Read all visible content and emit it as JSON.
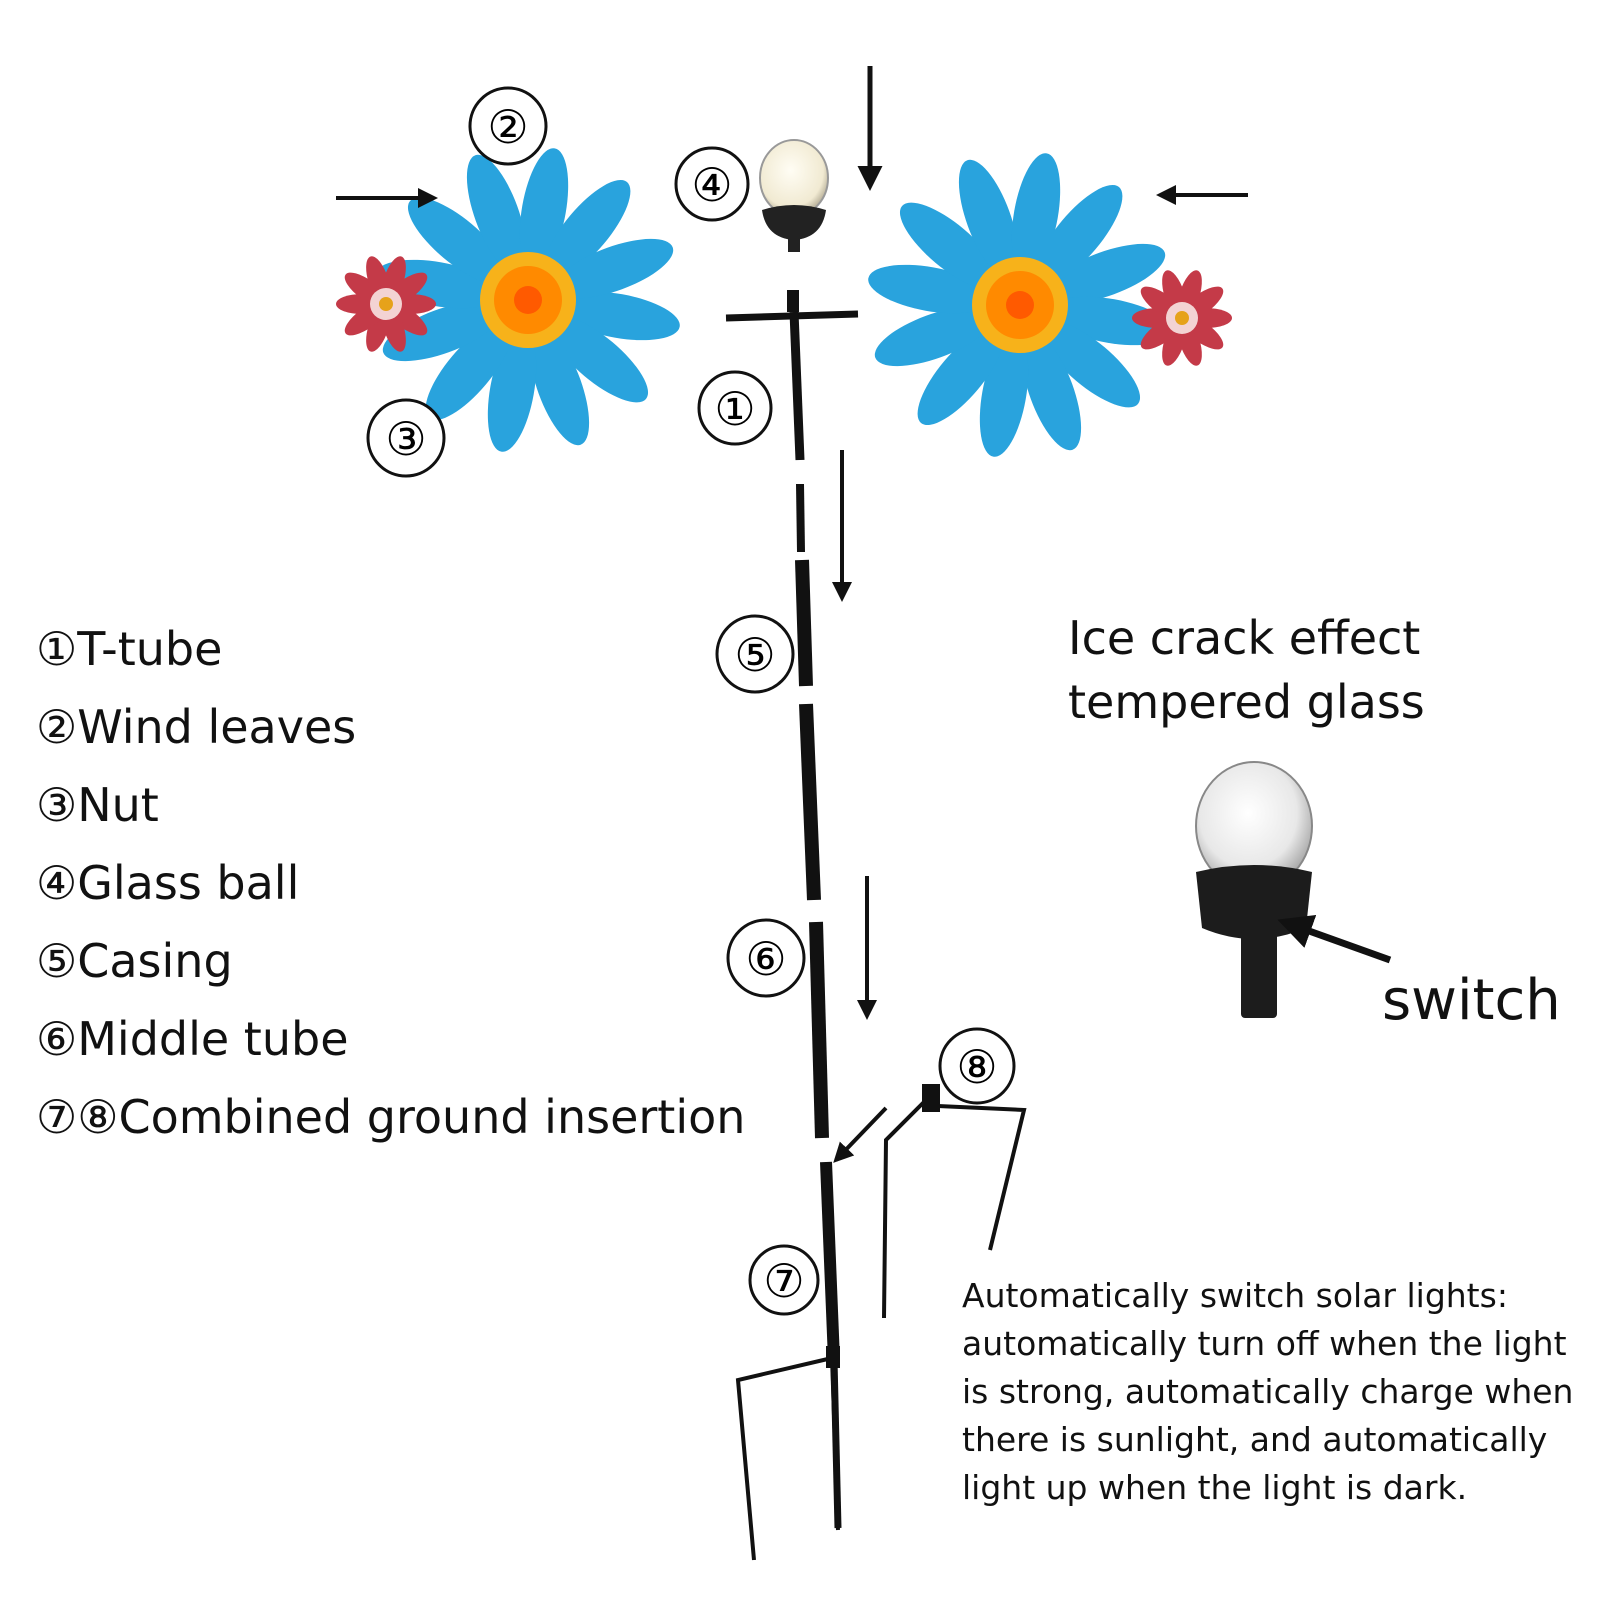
{
  "callouts": [
    "①",
    "②",
    "③",
    "④",
    "⑤",
    "⑥",
    "⑦",
    "⑧"
  ],
  "legend": [
    "①T-tube",
    "②Wind leaves",
    "③Nut",
    "④Glass ball",
    "⑤Casing",
    "⑥Middle tube",
    "⑦⑧Combined ground insertion"
  ],
  "glass_note_line1": "Ice crack effect",
  "glass_note_line2": "tempered glass",
  "switch_label": "switch",
  "auto_note": "Automatically switch solar lights: automatically turn off when the light is strong, automatically charge when there is sunlight, and automatically light up when the light is dark.",
  "colors": {
    "petal_blue": "#29a3dd",
    "flower_center": "#f7a11a",
    "flower_core": "#ff6a00",
    "nut_red": "#c43a48",
    "pole": "#111111"
  }
}
